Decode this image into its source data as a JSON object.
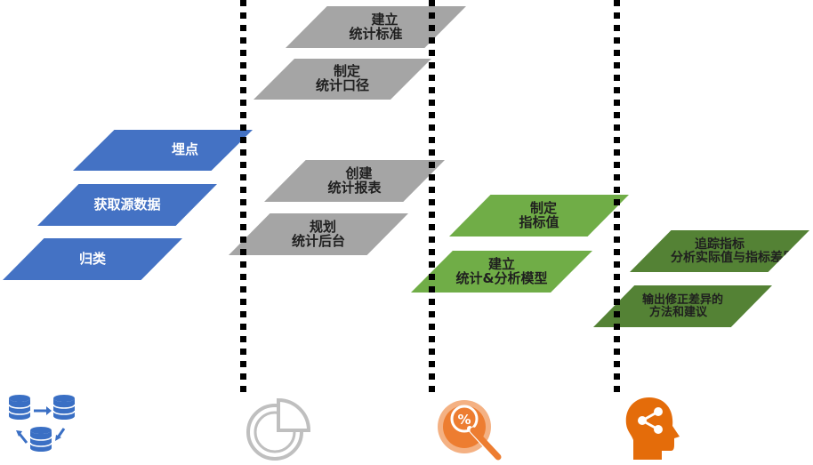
{
  "stage1": {
    "items": [
      "埋点",
      "获取源数据",
      "归类"
    ],
    "icon": "database-sync-icon"
  },
  "stage2": {
    "items": [
      [
        "建立",
        "统计标准"
      ],
      [
        "制定",
        "统计口径"
      ],
      [
        "创建",
        "统计报表"
      ],
      [
        "规划",
        "统计后台"
      ]
    ],
    "icon": "pie-chart-icon"
  },
  "stage3": {
    "items": [
      [
        "制定",
        "指标值"
      ],
      [
        "建立",
        "统计&分析模型"
      ]
    ],
    "icon": "percent-magnifier-icon"
  },
  "stage4": {
    "items": [
      [
        "追踪指标",
        "分析实际值与指标差异"
      ],
      [
        "输出修正差异的",
        "方法和建议"
      ]
    ],
    "icon": "head-network-icon"
  },
  "colors": {
    "blue": "#4472c4",
    "gray": "#a5a5a5",
    "green": "#70ad47",
    "dark_green": "#548235",
    "orange": "#ed7d31"
  }
}
